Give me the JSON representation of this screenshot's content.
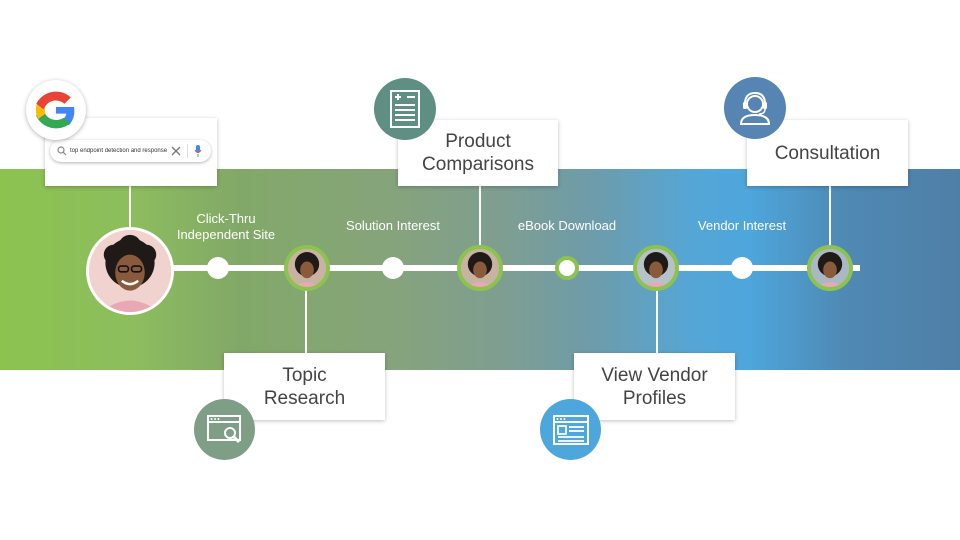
{
  "search": {
    "query": "top endpoint detection and response",
    "logo": "google-logo"
  },
  "steps": [
    {
      "label": "Click-Thru\nIndependent Site"
    },
    {
      "label": "Solution Interest"
    },
    {
      "label": "eBook Download"
    },
    {
      "label": "Vendor Interest"
    }
  ],
  "cards": {
    "topic_research": "Topic\nResearch",
    "product_comparisons": "Product\nComparisons",
    "view_vendor_profiles": "View Vendor\nProfiles",
    "consultation": "Consultation"
  },
  "icons": {
    "topic_research": "browser-search-icon",
    "product_comparisons": "document-list-icon",
    "view_vendor_profiles": "browser-profile-icon",
    "consultation": "headset-support-icon"
  },
  "colors": {
    "band_start": "#8cc34f",
    "band_mid": "#7f9e90",
    "band_blue": "#4da6dc",
    "band_end": "#4f7fa7",
    "ring_green": "#8cc34f",
    "icon_sage": "#7f9e86",
    "icon_teal": "#5f8e82",
    "icon_blue": "#4da6dc",
    "icon_steel": "#5684b3"
  }
}
